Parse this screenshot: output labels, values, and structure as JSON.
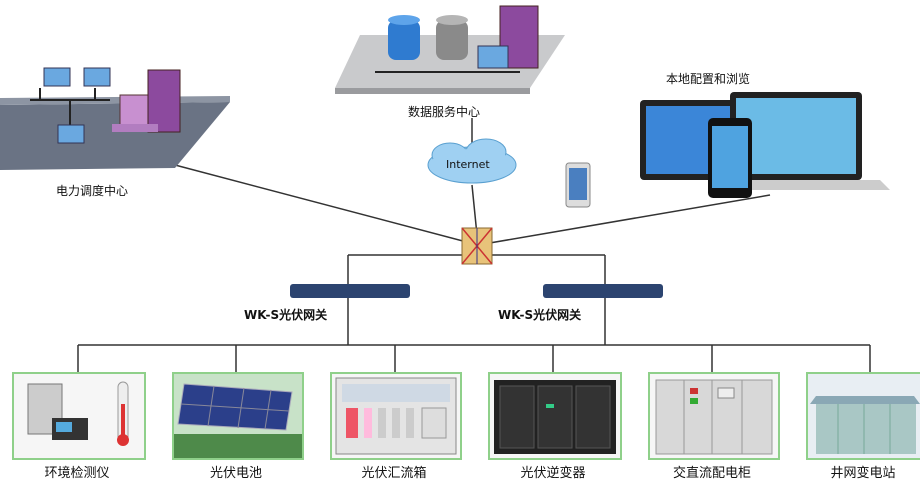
{
  "nodes": {
    "power_dispatch": "电力调度中心",
    "data_service": "数据服务中心",
    "internet": "Internet",
    "local_config": "本地配置和浏览"
  },
  "gateways": [
    {
      "label": "WK-S光伏网关"
    },
    {
      "label": "WK-S光伏网关"
    }
  ],
  "devices": [
    {
      "label": "环境检测仪"
    },
    {
      "label": "光伏电池"
    },
    {
      "label": "光伏汇流箱"
    },
    {
      "label": "光伏逆变器"
    },
    {
      "label": "交直流配电柜"
    },
    {
      "label": "井网变电站"
    }
  ]
}
